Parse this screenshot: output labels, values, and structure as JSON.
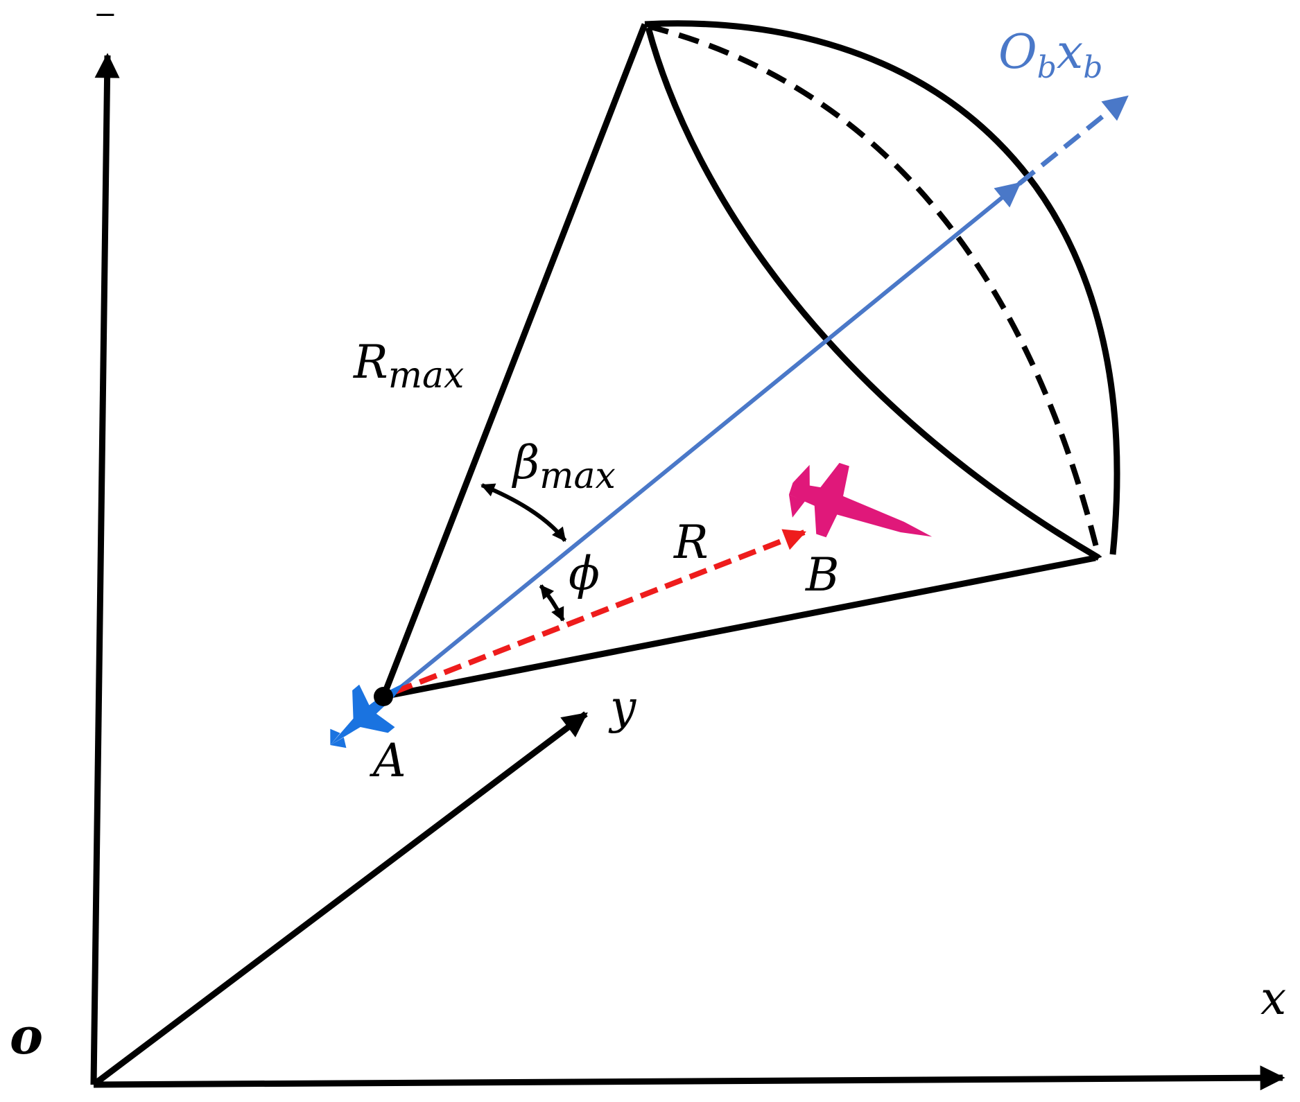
{
  "labels": {
    "origin": "o",
    "x_axis": "x",
    "y_axis": "y",
    "z_axis": "−",
    "body_axis_base": "O",
    "body_axis_base_sub": "b",
    "body_axis_mid": "x",
    "body_axis_mid_sub": "b",
    "r_max_base": "R",
    "r_max_sub": "max",
    "beta_max_base": "β",
    "beta_max_sub": "max",
    "range": "R",
    "phi": "ϕ",
    "point_a": "A",
    "point_b": "B"
  },
  "colors": {
    "stroke": "#000000",
    "body_axis": "#4a78c8",
    "line_of_sight": "#ee1c1c",
    "aircraft_a": "#1a73e0",
    "aircraft_b": "#e0187a"
  },
  "icons": {
    "aircraft_a": "blue-fighter-jet-icon",
    "aircraft_b": "pink-fighter-jet-icon"
  }
}
